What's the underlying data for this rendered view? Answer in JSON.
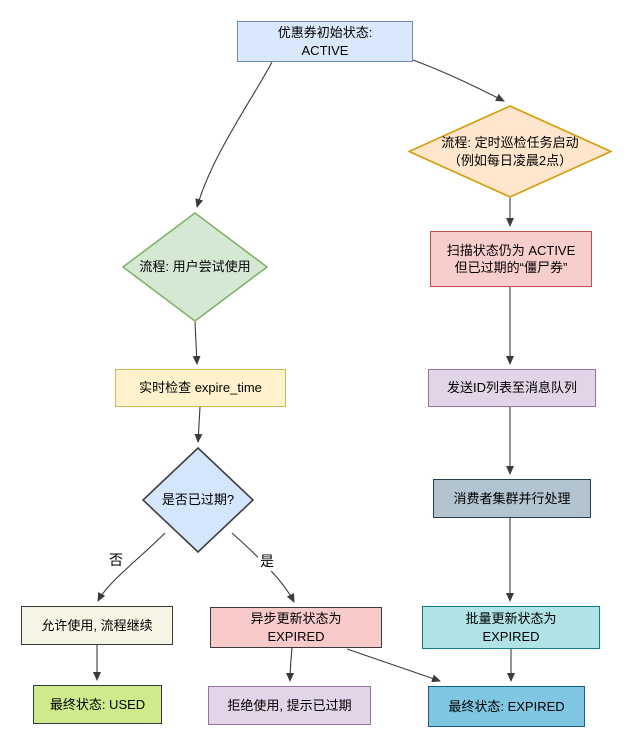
{
  "diagram": {
    "title": "coupon-state-flowchart",
    "nodes": {
      "initial": {
        "label": "优惠券初始状态:\nACTIVE",
        "fill": "#dae8fc",
        "stroke": "#6c8ebf"
      },
      "patrol": {
        "label": "流程: 定时巡检任务启动\n（例如每日凌晨2点）",
        "fill": "#ffe6cc",
        "stroke": "#d79b00"
      },
      "user_try": {
        "label": "流程: 用户尝试使用",
        "fill": "#d5e8d4",
        "stroke": "#82b366"
      },
      "check": {
        "label": "实时检查 expire_time",
        "fill": "#fff2cc",
        "stroke": "#d6b656"
      },
      "expired_q": {
        "label": "是否已过期?",
        "fill": "#d4e6fb",
        "stroke": "#3f3f3f"
      },
      "allow": {
        "label": "允许使用, 流程继续",
        "fill": "#f6f4e4",
        "stroke": "#3a3a38"
      },
      "used": {
        "label": "最终状态: USED",
        "fill": "#cdeb8b",
        "stroke": "#36393d"
      },
      "async_update": {
        "label": "异步更新状态为\nEXPIRED",
        "fill": "#f8caca",
        "stroke": "#3a3a3a"
      },
      "reject": {
        "label": "拒绝使用, 提示已过期",
        "fill": "#e1d5e7",
        "stroke": "#9673a6"
      },
      "scan": {
        "label": "扫描状态仍为 ACTIVE\n但已过期的“僵尸券”",
        "fill": "#f8cecc",
        "stroke": "#c0504d"
      },
      "send_queue": {
        "label": "发送ID列表至消息队列",
        "fill": "#e1d5e7",
        "stroke": "#9673a6"
      },
      "consumer": {
        "label": "消费者集群并行处理",
        "fill": "#b1c4cf",
        "stroke": "#2a3f4d"
      },
      "batch_update": {
        "label": "批量更新状态为\nEXPIRED",
        "fill": "#b0e3e6",
        "stroke": "#0e8088"
      },
      "final_expired": {
        "label": "最终状态: EXPIRED",
        "fill": "#7ec6e2",
        "stroke": "#15628c"
      }
    },
    "edge_labels": {
      "no": "否",
      "yes": "是"
    },
    "colors": {
      "edge": "#3b3b3b",
      "background": "#ffffff"
    }
  }
}
